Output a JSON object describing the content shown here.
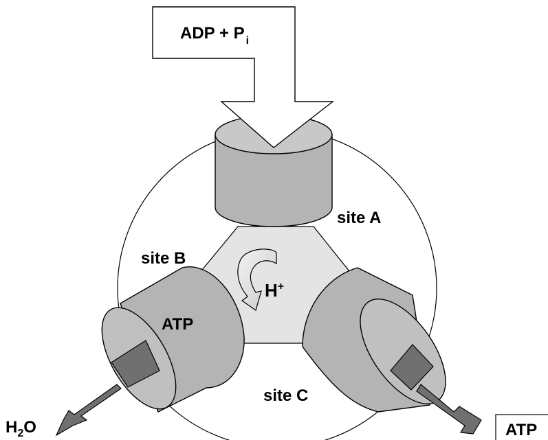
{
  "diagram": {
    "input_label": {
      "main": "ADP + P",
      "sub": "i"
    },
    "site_a": "site A",
    "site_b": "site B",
    "site_c": "site C",
    "site_b_content": "ATP",
    "proton": {
      "main": "H",
      "sup": "+"
    },
    "water": {
      "main": "H",
      "sub": "2",
      "tail": "O"
    },
    "output_atp": "ATP"
  },
  "colors": {
    "cylinder_fill": "#b4b4b4",
    "cylinder_top": "#c8c8c8",
    "center_triangle": "#e4e4e4",
    "arrow_dark": "#707070",
    "outline": "#000000"
  }
}
